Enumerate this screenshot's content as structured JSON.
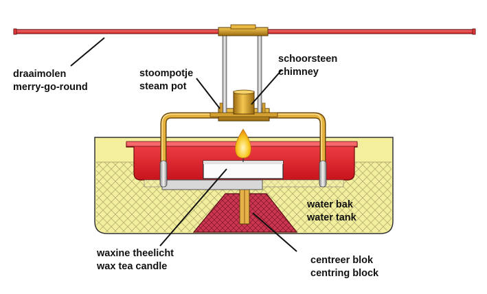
{
  "labels": {
    "carousel": {
      "nl": "draaimolen",
      "en": "merry-go-round"
    },
    "steam_pot": {
      "nl": "stoompotje",
      "en": "steam pot"
    },
    "chimney": {
      "nl": "schoorsteen",
      "en": "chimney"
    },
    "water_tank": {
      "nl": "water bak",
      "en": "water tank"
    },
    "candle": {
      "nl": "waxine theelicht",
      "en": "wax tea candle"
    },
    "centring_block": {
      "nl": "centreer blok",
      "en": "centring block"
    }
  },
  "colors": {
    "carousel_blade": "#e03a3a",
    "brass": "#d8a020",
    "boiler_red": "#e8242c",
    "water": "#f0ec9a",
    "block": "#cc3650",
    "flame": "#f4c21e",
    "outline": "#222222"
  }
}
